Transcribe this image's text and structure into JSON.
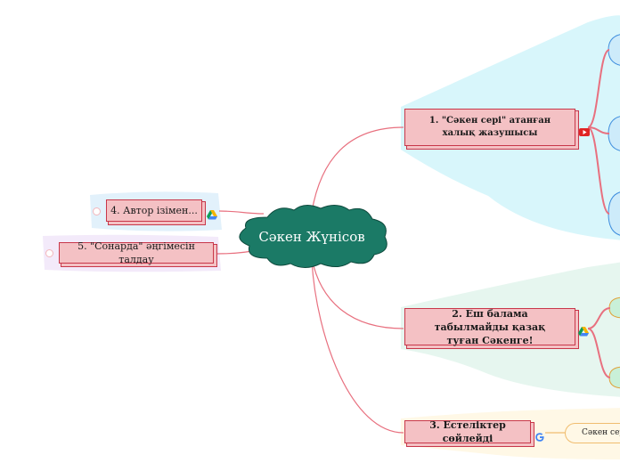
{
  "map": {
    "central": "Сәкен Жүнісов",
    "branches": [
      {
        "id": "b1",
        "label": "1. \"Сәкен сері\" атанған халық жазушысы",
        "icon": "youtube-icon"
      },
      {
        "id": "b2",
        "label": "2. Еш балама табылмайды қазақ туған Сәкенге!",
        "icon": "google-drive-icon"
      },
      {
        "id": "b3",
        "label": "3. Естеліктер сөйлейді",
        "icon": "google-icon"
      },
      {
        "id": "b4",
        "label": "4. Автор ізімен...",
        "icon": "google-drive-icon"
      },
      {
        "id": "b5",
        "label": "5. \"Сонарда\" әңгімесін талдау",
        "icon": ""
      }
    ],
    "b3_child": "Сәкен сері"
  },
  "colors": {
    "node_fill": "#f4c1c4",
    "node_border": "#c8374a",
    "connector": "#e8707f",
    "central_fill": "#1b7a66",
    "bg_branch1": "#d8f6fb",
    "bg_branch2": "#e6f6ef",
    "bg_branch3": "#fff8e6",
    "bg_branch4": "#e2f1fb",
    "bg_branch5": "#f3eafa"
  }
}
